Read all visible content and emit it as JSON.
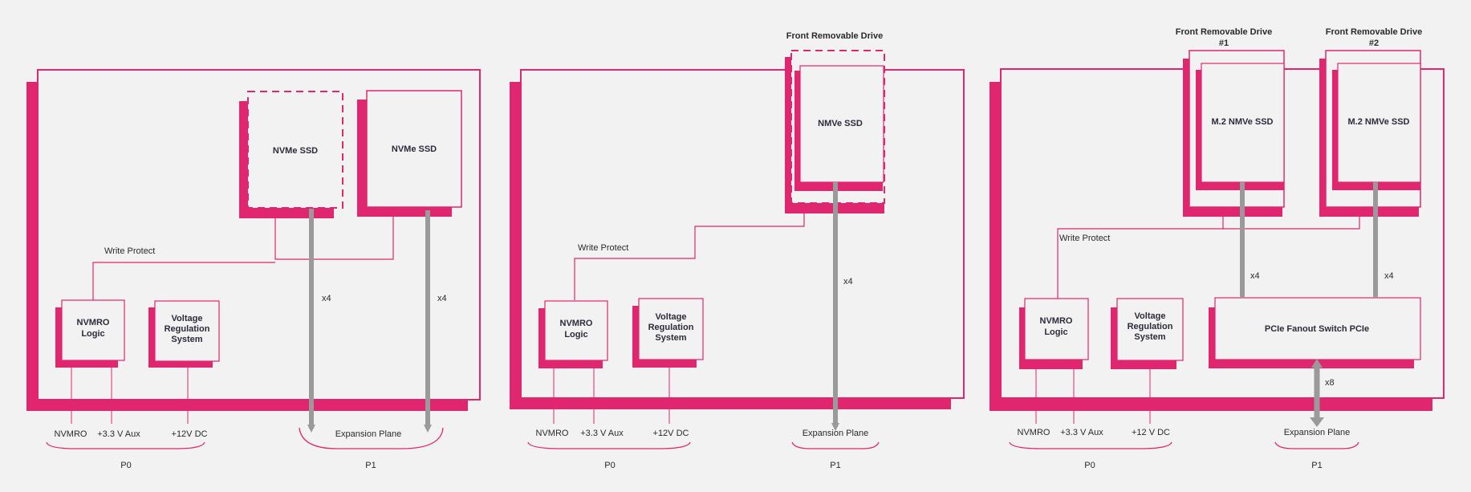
{
  "colors": {
    "accent": "#e0266e",
    "background": "#f2f2f2",
    "bus": "#9a9a9a",
    "text": "#2a2a2a"
  },
  "panel1": {
    "ssd_removable": "NVMe SSD",
    "ssd_fixed": "NVMe SSD",
    "write_protect": "Write Protect",
    "nvmro_logic": [
      "NVMRO",
      "Logic"
    ],
    "voltage_reg": [
      "Voltage",
      "Regulation",
      "System"
    ],
    "bus1": "x4",
    "bus2": "x4",
    "pins": [
      "NVMRO",
      "+3.3 V Aux",
      "+12V DC"
    ],
    "expansion": "Expansion Plane",
    "p0": "P0",
    "p1": "P1"
  },
  "panel2": {
    "drive_title": "Front Removable Drive",
    "ssd": "NMVe SSD",
    "write_protect": "Write Protect",
    "nvmro_logic": [
      "NVMRO",
      "Logic"
    ],
    "voltage_reg": [
      "Voltage",
      "Regulation",
      "System"
    ],
    "bus": "x4",
    "pins": [
      "NVMRO",
      "+3.3 V Aux",
      "+12V DC"
    ],
    "expansion": "Expansion Plane",
    "p0": "P0",
    "p1": "P1"
  },
  "panel3": {
    "drive1_title": [
      "Front Removable Drive",
      "#1"
    ],
    "drive2_title": [
      "Front Removable Drive",
      "#2"
    ],
    "ssd1": "M.2 NMVe SSD",
    "ssd2": "M.2 NMVe SSD",
    "write_protect": "Write Protect",
    "nvmro_logic": [
      "NVMRO",
      "Logic"
    ],
    "voltage_reg": [
      "Voltage",
      "Regulation",
      "System"
    ],
    "switch": "PCIe Fanout Switch PCIe",
    "bus1": "x4",
    "bus2": "x4",
    "bus3": "x8",
    "pins": [
      "NVMRO",
      "+3.3 V Aux",
      "+12 V DC"
    ],
    "expansion": "Expansion Plane",
    "p0": "P0",
    "p1": "P1"
  }
}
